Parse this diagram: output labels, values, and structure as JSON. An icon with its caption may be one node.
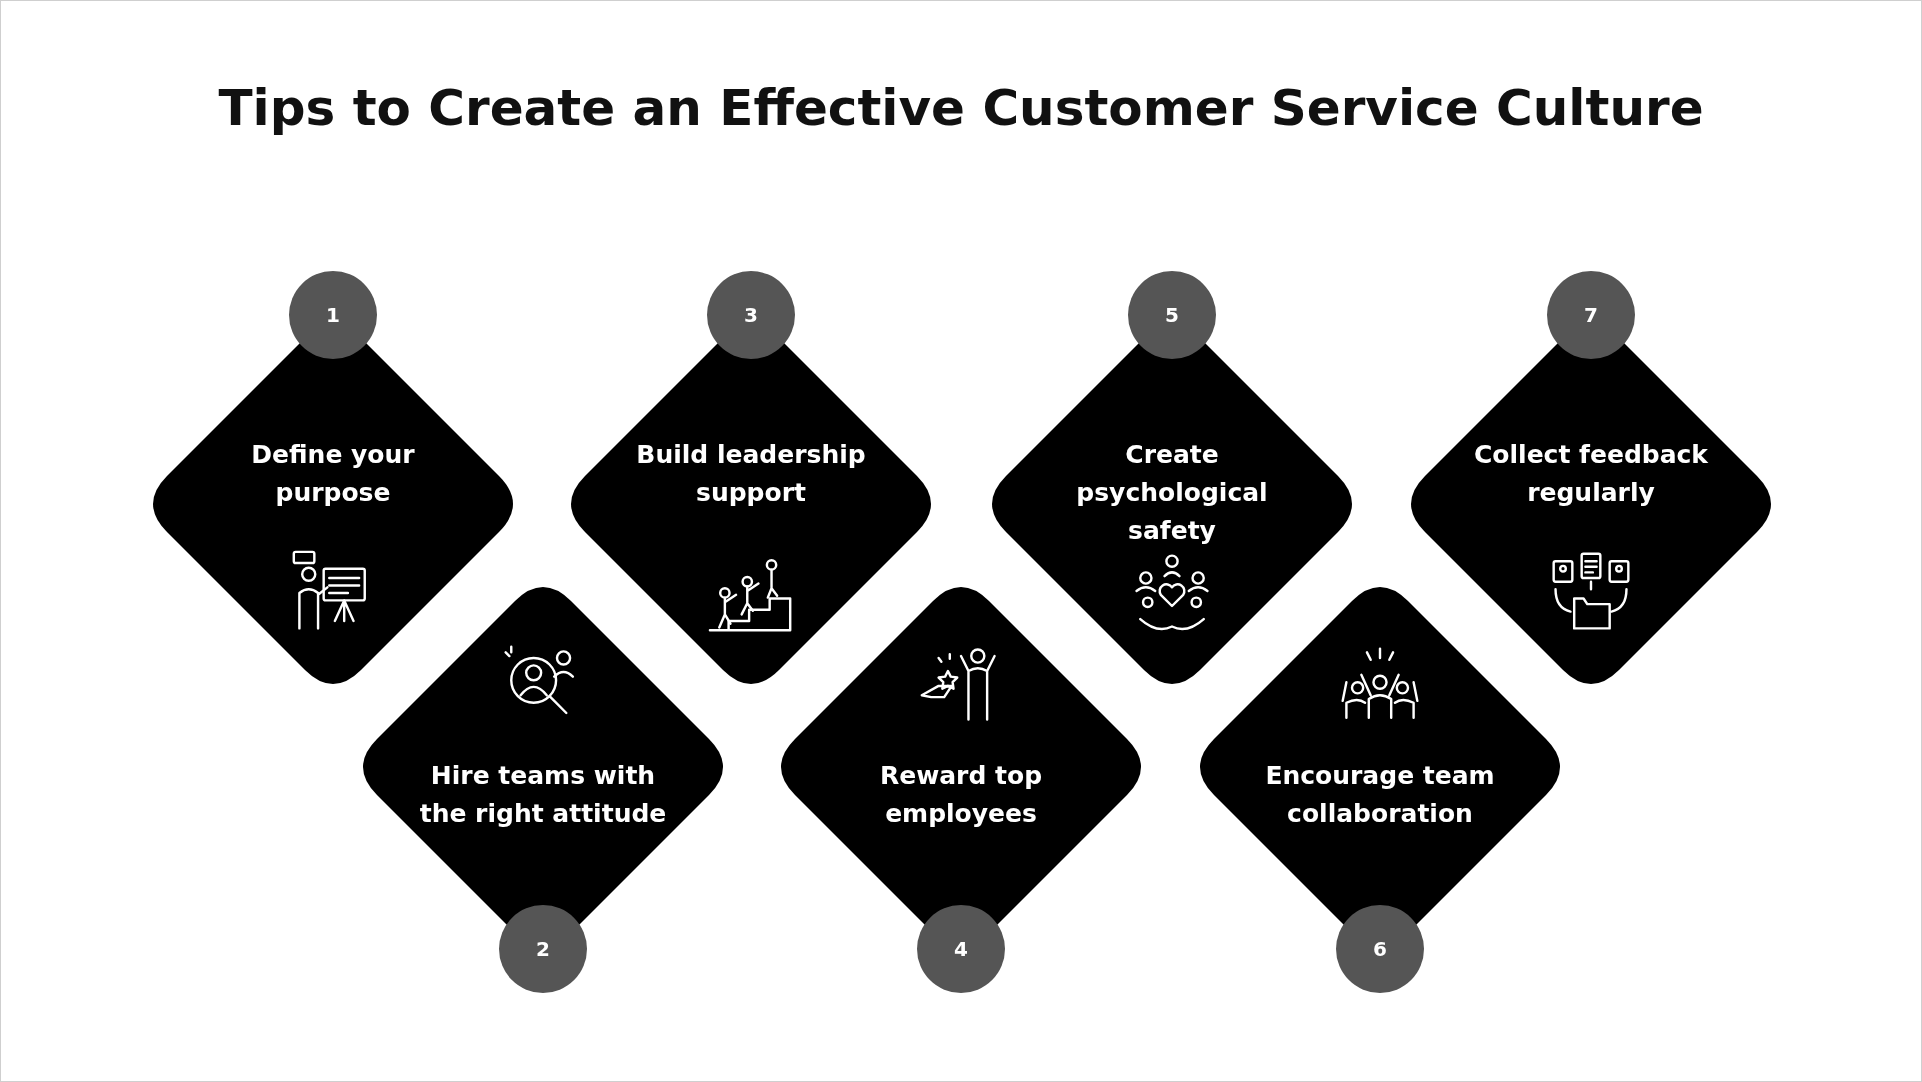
{
  "diagram": {
    "title": "Tips to Create an Effective Customer Service Culture",
    "nodes": [
      {
        "text": [
          "1"
        ]
      },
      {
        "text": [
          "Define your purpose"
        ]
      },
      {
        "text": [
          "2"
        ]
      },
      {
        "text": [
          "Hire teams with the right attitude"
        ]
      },
      {
        "text": [
          "3"
        ]
      },
      {
        "text": [
          "Build leadership support"
        ]
      },
      {
        "text": [
          "4"
        ]
      },
      {
        "text": [
          "Reward top employees"
        ]
      },
      {
        "text": [
          "5"
        ]
      },
      {
        "text": [
          "Create psychological safety"
        ]
      },
      {
        "text": [
          "6"
        ]
      },
      {
        "text": [
          "Encourage team collaboration"
        ]
      },
      {
        "text": [
          "7"
        ]
      },
      {
        "text": [
          "Collect feedback regularly"
        ]
      }
    ],
    "edges": []
  }
}
